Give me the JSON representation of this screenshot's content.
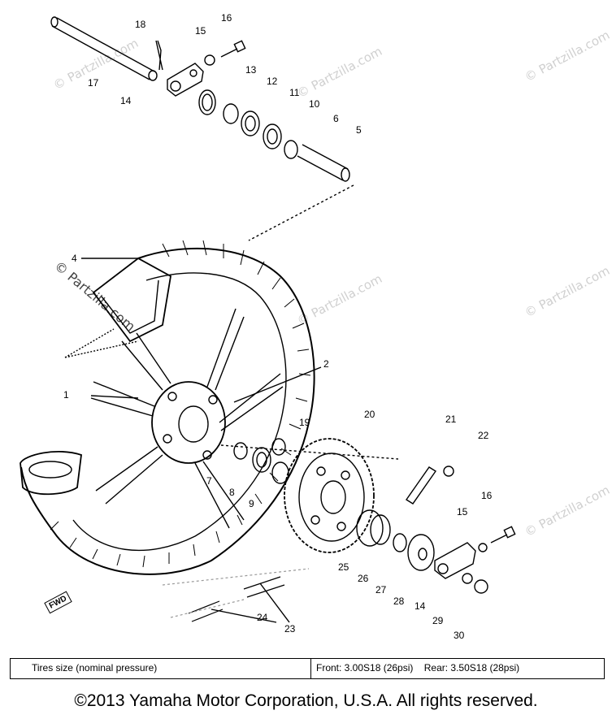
{
  "watermark": "© Partzilla.com",
  "diagram": {
    "parts": {
      "p1": "1",
      "p2": "2",
      "p4": "4",
      "p5": "5",
      "p6": "6",
      "p7": "7",
      "p8": "8",
      "p9": "9",
      "p10": "10",
      "p11": "11",
      "p12": "12",
      "p13": "13",
      "p14a": "14",
      "p14b": "14",
      "p15a": "15",
      "p15b": "15",
      "p16a": "16",
      "p16b": "16",
      "p17": "17",
      "p18": "18",
      "p19": "19",
      "p20": "20",
      "p21": "21",
      "p22": "22",
      "p23": "23",
      "p24": "24",
      "p25": "25",
      "p26": "26",
      "p27": "27",
      "p28": "28",
      "p29": "29",
      "p30": "30"
    },
    "fwd_label": "FWD"
  },
  "spec_table": {
    "label": "Tires size (nominal pressure)",
    "value": "Front: 3.00S18 (26psi)    Rear: 3.50S18 (28psi)"
  },
  "copyright": "©2013 Yamaha Motor Corporation, U.S.A. All rights reserved."
}
